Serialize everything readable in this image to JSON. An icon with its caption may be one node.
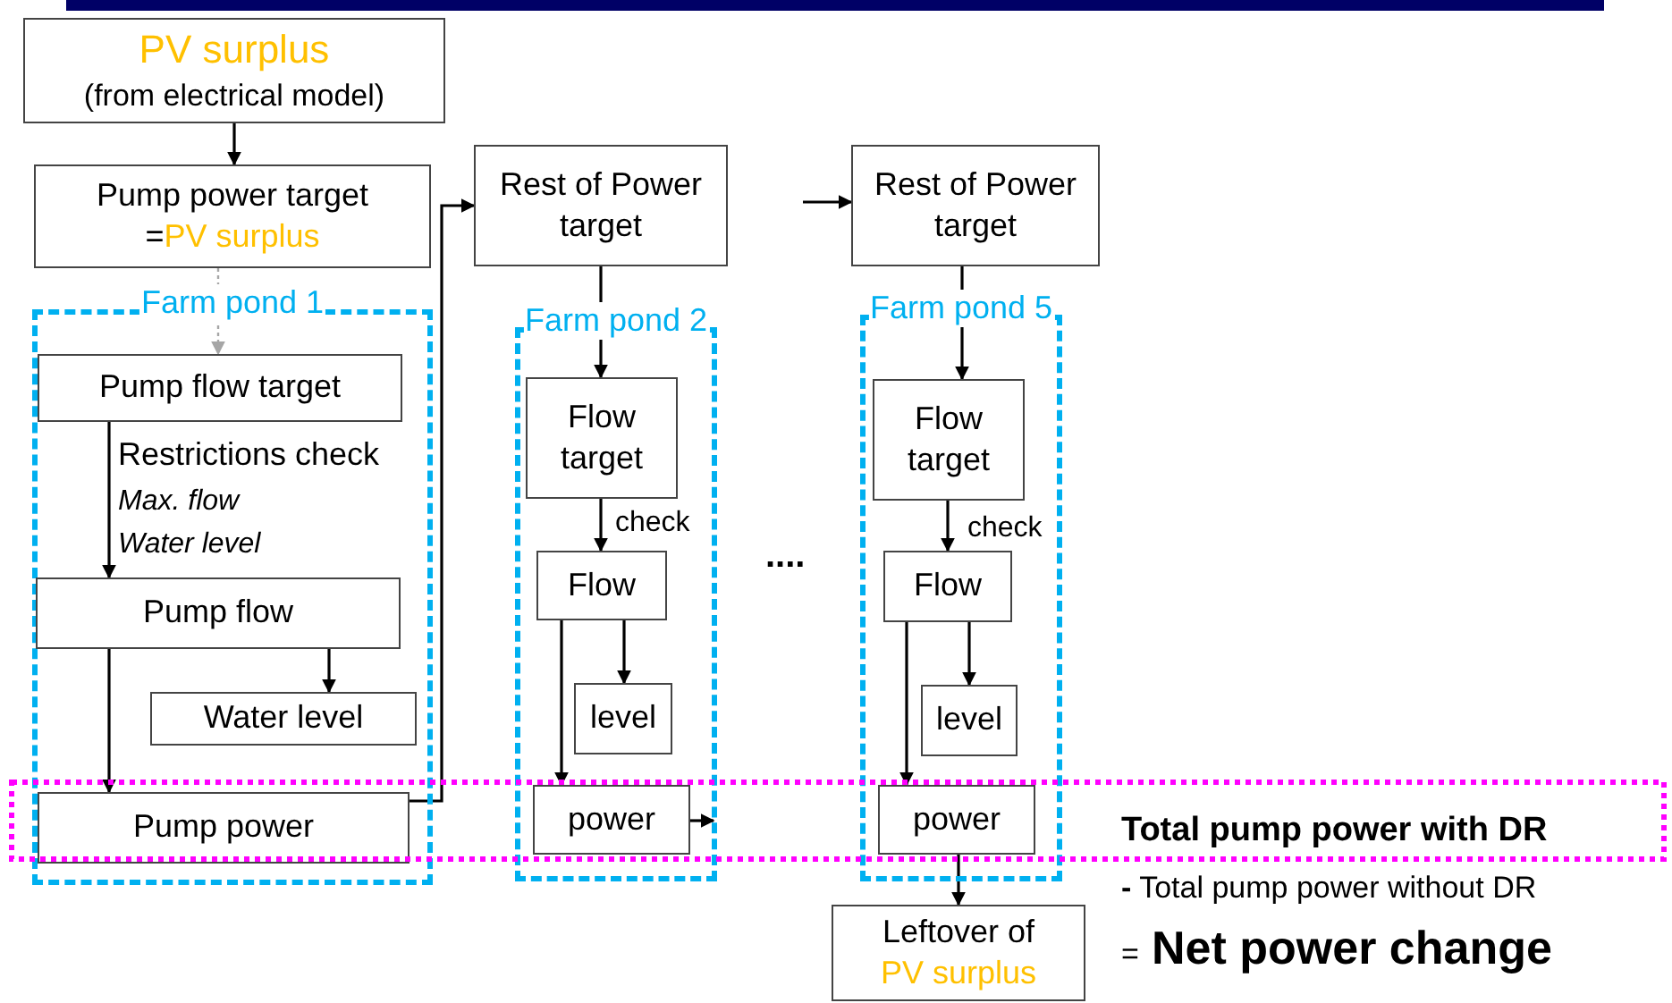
{
  "diagram": {
    "nodes": [
      {
        "text": [
          "PV surplus",
          "(from electrical model)"
        ]
      },
      {
        "text": [
          "Pump power target",
          "=",
          "PV surplus"
        ]
      },
      {
        "text": [
          "Farm pond 1"
        ]
      },
      {
        "text": [
          "Pump flow target"
        ],
        "in": 2
      },
      {
        "text": [
          "Pump flow"
        ],
        "in": 2
      },
      {
        "text": [
          "Water level"
        ],
        "in": 2
      },
      {
        "text": [
          "Pump power"
        ],
        "in": 2
      },
      {
        "text": [
          "Rest of Power target"
        ]
      },
      {
        "text": [
          "Farm pond 2"
        ]
      },
      {
        "text": [
          "Flow target"
        ],
        "in": 8
      },
      {
        "text": [
          "Flow"
        ],
        "in": 8
      },
      {
        "text": [
          "level"
        ],
        "in": 8
      },
      {
        "text": [
          "power"
        ],
        "in": 8
      },
      {
        "text": [
          "Rest of Power target"
        ]
      },
      {
        "text": [
          "Farm pond 5"
        ]
      },
      {
        "text": [
          "Flow target"
        ],
        "in": 14
      },
      {
        "text": [
          "Flow"
        ],
        "in": 14
      },
      {
        "text": [
          "level"
        ],
        "in": 14
      },
      {
        "text": [
          "power"
        ],
        "in": 14
      },
      {
        "text": [
          "Leftover of",
          "PV surplus"
        ]
      }
    ],
    "edges": [
      {
        "from": 0,
        "to": 1,
        "arrow": "to"
      },
      {
        "from": 1,
        "to": 3,
        "arrow": "to",
        "style": "dashed",
        "color": "#a6a6a6"
      },
      {
        "from": 3,
        "to": 4,
        "arrow": "to",
        "label": "Restrictions check"
      },
      {
        "from": 4,
        "to": 5,
        "arrow": "to"
      },
      {
        "from": 4,
        "to": 6,
        "arrow": "to"
      },
      {
        "from": 6,
        "to": 7,
        "arrow": "to"
      },
      {
        "from": 7,
        "to": 9,
        "arrow": "to"
      },
      {
        "from": 9,
        "to": 10,
        "arrow": "to",
        "label": "check"
      },
      {
        "from": 10,
        "to": 11,
        "arrow": "to"
      },
      {
        "from": 10,
        "to": 12,
        "arrow": "to"
      },
      {
        "from": 12,
        "to": 8,
        "arrow": "to"
      },
      {
        "from": null,
        "to": 13,
        "arrow": "to"
      },
      {
        "from": 13,
        "to": 15,
        "arrow": "to"
      },
      {
        "from": 15,
        "to": 16,
        "arrow": "to",
        "label": "check"
      },
      {
        "from": 16,
        "to": 17,
        "arrow": "to"
      },
      {
        "from": 16,
        "to": 18,
        "arrow": "to"
      },
      {
        "from": 18,
        "to": 19,
        "arrow": "to"
      }
    ],
    "labels": [
      "Max. flow",
      "Water level",
      "....",
      "Total pump power with DR",
      "**-** Total pump power without DR",
      "=",
      "Net power change"
    ]
  }
}
